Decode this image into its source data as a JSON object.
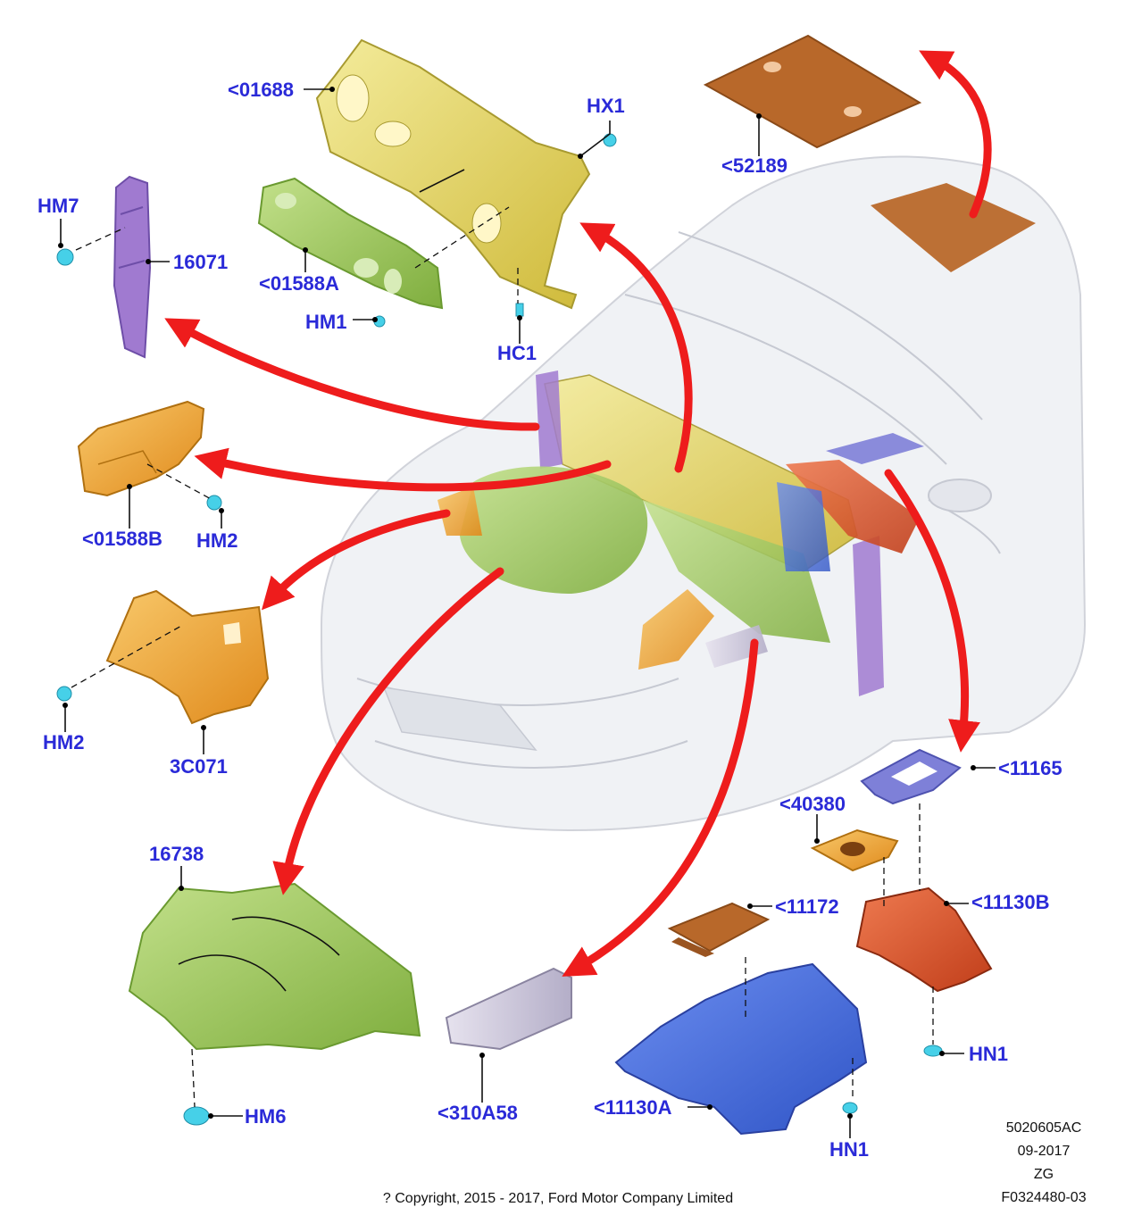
{
  "colors": {
    "callout": "#2a2ad8",
    "arrow": "#ee1c1c",
    "yellow": "#e8d86a",
    "green": "#9cc95a",
    "purple": "#a07ad0",
    "orange": "#f0a83c",
    "brown": "#b8682a",
    "red": "#d9552c",
    "blue": "#4a6fd8",
    "lavender": "#7e80d8",
    "grey": "#c8c4d8",
    "cyan": "#46d0e8"
  },
  "callouts": [
    {
      "id": "c01688",
      "text": "<01688"
    },
    {
      "id": "hx1",
      "text": "HX1"
    },
    {
      "id": "c52189",
      "text": "<52189"
    },
    {
      "id": "hm7",
      "text": "HM7"
    },
    {
      "id": "p16071",
      "text": "16071"
    },
    {
      "id": "c01588a",
      "text": "<01588A"
    },
    {
      "id": "hm1",
      "text": "HM1"
    },
    {
      "id": "hc1",
      "text": "HC1"
    },
    {
      "id": "c01588b",
      "text": "<01588B"
    },
    {
      "id": "hm2a",
      "text": "HM2"
    },
    {
      "id": "hm2b",
      "text": "HM2"
    },
    {
      "id": "p3c071",
      "text": "3C071"
    },
    {
      "id": "c11165",
      "text": "<11165"
    },
    {
      "id": "c40380",
      "text": "<40380"
    },
    {
      "id": "p16738",
      "text": "16738"
    },
    {
      "id": "c11172",
      "text": "<11172"
    },
    {
      "id": "c11130b",
      "text": "<11130B"
    },
    {
      "id": "hn1a",
      "text": "HN1"
    },
    {
      "id": "hm6",
      "text": "HM6"
    },
    {
      "id": "c310a58",
      "text": "<310A58"
    },
    {
      "id": "c11130a",
      "text": "<11130A"
    },
    {
      "id": "hn1b",
      "text": "HN1"
    }
  ],
  "meta": {
    "doc_id": "5020605AC",
    "date": "09-2017",
    "code": "ZG",
    "figure": "F0324480-03",
    "copyright": "? Copyright, 2015 - 2017, Ford Motor Company Limited"
  }
}
